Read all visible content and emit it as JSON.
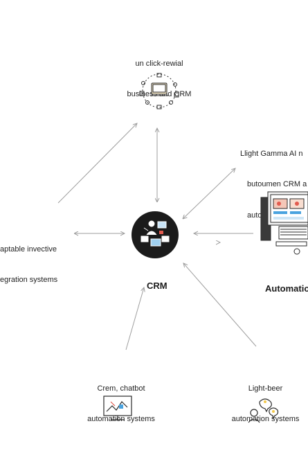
{
  "nodes": {
    "top": {
      "line1": "un click-rewial",
      "line2": "business and CRM"
    },
    "right_top": {
      "line1": "Llight Gamma AI n",
      "line2": "butoumen CRM a",
      "line3": "autonsioments sys"
    },
    "left": {
      "line1": "aptable invective",
      "line2": "egration systems"
    },
    "center": {
      "label": "CRM"
    },
    "right": {
      "label": "Automatio"
    },
    "bottom_left": {
      "line1": "Crem, chatbot",
      "line2": "automation systems"
    },
    "bottom_right": {
      "line1": "Light-beer",
      "line2": "automation systems"
    }
  },
  "icons": {
    "top": "devices-cluster-icon",
    "center": "crm-hub-icon",
    "right": "automation-workstation-icon",
    "bottom_left": "monitor-chart-icon",
    "bottom_right": "chat-user-icon"
  },
  "colors": {
    "arrow": "#9e9e9e",
    "hub": "#1b1b1b",
    "accent_blue": "#4aa3df",
    "accent_red": "#e25b4f"
  }
}
